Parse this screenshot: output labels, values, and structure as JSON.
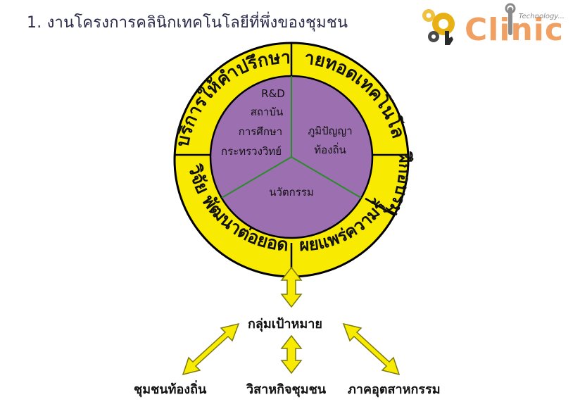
{
  "title": "1. งานโครงการคลินิกเทคโนโลยีที่พึ่งของชุมชน",
  "logo": {
    "tagline": "Technology...",
    "wordmark": "Clinic"
  },
  "colors": {
    "ring_fill": "#f8ea00",
    "ring_stroke": "#000000",
    "inner_fill": "#9c6fb0",
    "inner_divider": "#2b8a2b",
    "arrow_fill": "#f8ea00",
    "arrow_stroke": "#7a7a10",
    "logo_orange": "#f0a062",
    "gear_gold": "#e8b012",
    "gear_dark": "#4a4a4a"
  },
  "ring": {
    "top_left": "บริการให้คำปรึกษา",
    "top_right": "ถ่ายทอดเทคโนโลยี",
    "right": "ฝึกอบรม",
    "bottom_right": "เผยแพร่ความรู้",
    "bottom_left": "วิจัย พัฒนาต่อยอด"
  },
  "inner": {
    "top_left": [
      "R&D",
      "สถาบัน",
      "การศึกษา",
      "กระทรวงวิทย์"
    ],
    "top_right": [
      "ภูมิปัญญา",
      "ท้องถิ่น"
    ],
    "bottom": "นวัตกรรม"
  },
  "nodes": {
    "target": "กลุ่มเป้าหมาย",
    "left": "ชุมชนท้องถิ่น",
    "center": "วิสาหกิจชุมชน",
    "right": "ภาคอุตสาหกรรม"
  }
}
